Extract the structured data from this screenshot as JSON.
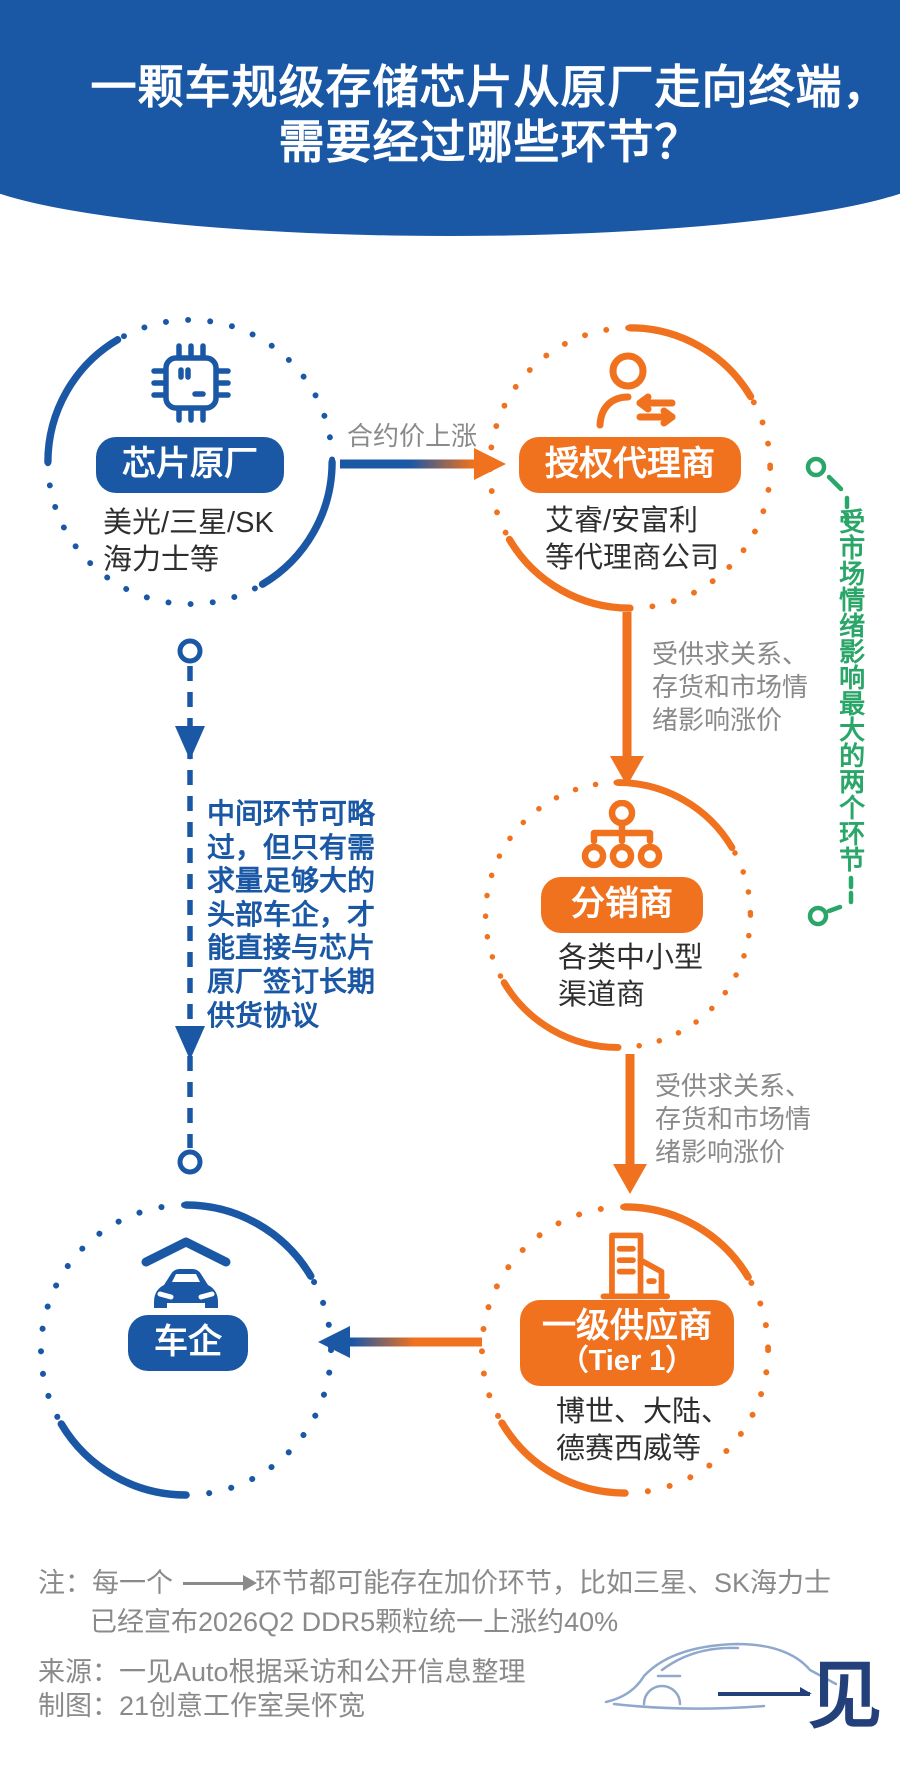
{
  "colors": {
    "blue": "#1A58A6",
    "orange": "#F0711E",
    "green": "#2AA768",
    "gray": "#8A8A8A",
    "dark_text": "#2E2E2E"
  },
  "header": {
    "title_line1": "一颗车规级存储芯片从原厂走向终端，",
    "title_line2": "需要经过哪些环节？"
  },
  "nodes": {
    "chip_maker": {
      "label": "芯片原厂",
      "sub": "美光/三星/SK\n海力士等"
    },
    "agent": {
      "label": "授权代理商",
      "sub": "艾睿/安富利\n等代理商公司"
    },
    "distributor": {
      "label": "分销商",
      "sub": "各类中小型\n渠道商"
    },
    "tier1": {
      "label": "一级供应商",
      "label2": "（Tier 1）",
      "sub": "博世、大陆、\n德赛西威等"
    },
    "oem": {
      "label": "车企"
    }
  },
  "edges": {
    "contract": {
      "label": "合约价上涨"
    },
    "supply1": {
      "label": "受供求关系、\n存货和市场情\n绪影响涨价"
    },
    "supply2": {
      "label": "受供求关系、\n存货和市场情\n绪影响涨价"
    },
    "bypass": {
      "label": "中间环节可略\n过，但只有需\n求量足够大的\n头部车企，才\n能直接与芯片\n原厂签订长期\n供货协议"
    }
  },
  "annotation": {
    "text": "受市场情绪影响最大的两个环节"
  },
  "footer": {
    "note_prefix": "注：每一个",
    "note_suffix": "环节都可能存在加价环节，比如三星、SK海力士",
    "note_line2": "已经宣布2026Q2 DDR5颗粒统一上涨约40%",
    "source": "来源：一见Auto根据采访和公开信息整理",
    "credit": "制图：21创意工作室吴怀宽",
    "logo_text": "见"
  }
}
